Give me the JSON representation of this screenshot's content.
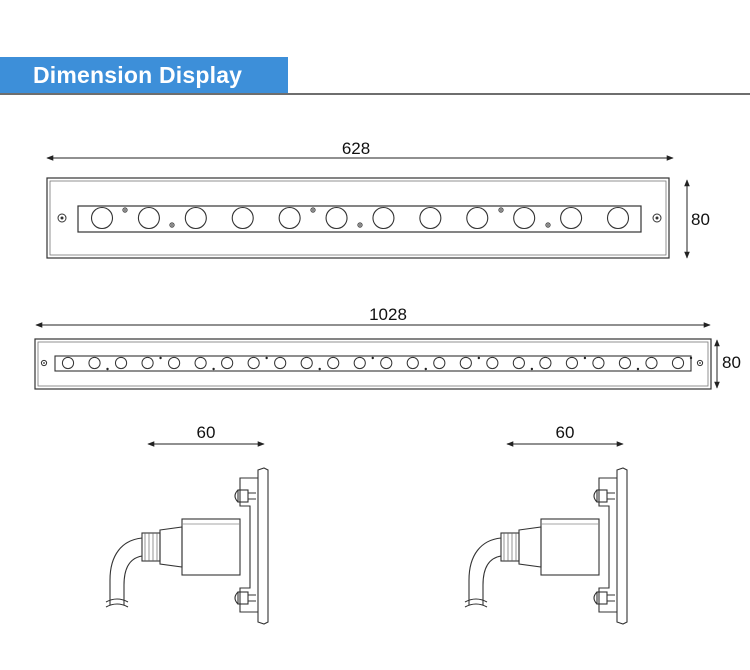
{
  "header": {
    "title": "Dimension Display"
  },
  "top_fixture": {
    "length_label": "628",
    "height_label": "80"
  },
  "long_fixture": {
    "length_label": "1028",
    "height_label": "80"
  },
  "side_view_left": {
    "depth_label": "60"
  },
  "side_view_right": {
    "depth_label": "60"
  },
  "colors": {
    "header_blue": "#3d8fd9",
    "line": "#333333"
  }
}
